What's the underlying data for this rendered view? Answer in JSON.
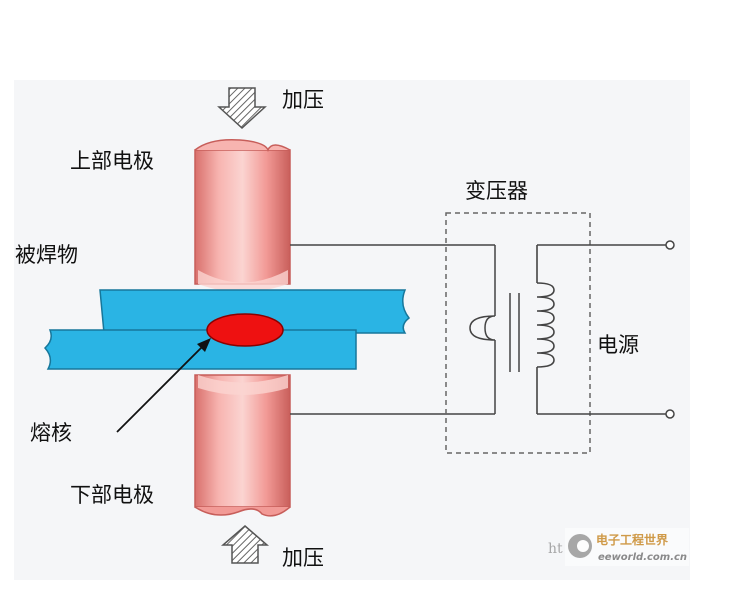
{
  "diagram": {
    "labels": {
      "pressure_top": "加压",
      "upper_electrode": "上部电极",
      "workpiece": "被焊物",
      "transformer": "变压器",
      "power_source": "电源",
      "nugget": "熔核",
      "lower_electrode": "下部电极",
      "pressure_bottom": "加压"
    },
    "watermark": {
      "brand_cn": "电子工程世界",
      "brand_en": "eeworld.com.cn",
      "url_prefix": "ht"
    },
    "colors": {
      "background_panel": "#f5f6f8",
      "electrode_body": "#f29a96",
      "electrode_edge": "#c75e5a",
      "workpiece_fill": "#2ab4e4",
      "workpiece_edge": "#16779b",
      "nugget_fill": "#ee1111",
      "wire": "#444444",
      "transformer_box": "#666666"
    }
  }
}
